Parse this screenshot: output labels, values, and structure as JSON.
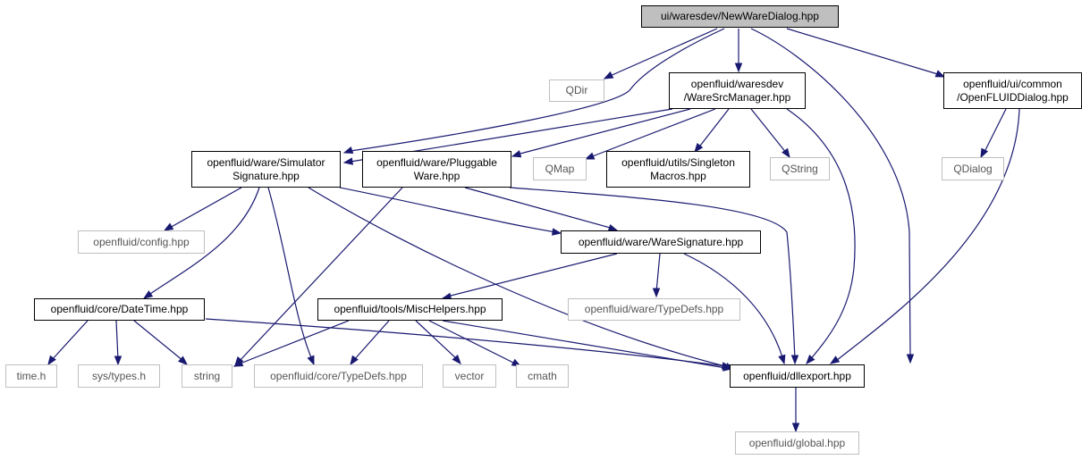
{
  "colors": {
    "edge": "#191970",
    "root_fill": "#bfbfbf",
    "node_border": "#000000",
    "external_border": "#bfbfbf"
  },
  "nodes": {
    "root": {
      "lines": [
        "ui/waresdev/NewWareDialog.hpp"
      ]
    },
    "qdir": {
      "lines": [
        "QDir"
      ]
    },
    "wsm": {
      "lines": [
        "openfluid/waresdev",
        "/WareSrcManager.hpp"
      ]
    },
    "ofd": {
      "lines": [
        "openfluid/ui/common",
        "/OpenFLUIDDialog.hpp"
      ]
    },
    "simsig": {
      "lines": [
        "openfluid/ware/Simulator",
        "Signature.hpp"
      ]
    },
    "plug": {
      "lines": [
        "openfluid/ware/Pluggable",
        "Ware.hpp"
      ]
    },
    "qmap": {
      "lines": [
        "QMap"
      ]
    },
    "singleton": {
      "lines": [
        "openfluid/utils/Singleton",
        "Macros.hpp"
      ]
    },
    "qstring": {
      "lines": [
        "QString"
      ]
    },
    "qdialog": {
      "lines": [
        "QDialog"
      ]
    },
    "config": {
      "lines": [
        "openfluid/config.hpp"
      ]
    },
    "waresig": {
      "lines": [
        "openfluid/ware/WareSignature.hpp"
      ]
    },
    "datetime": {
      "lines": [
        "openfluid/core/DateTime.hpp"
      ]
    },
    "misc": {
      "lines": [
        "openfluid/tools/MiscHelpers.hpp"
      ]
    },
    "waretypedefs": {
      "lines": [
        "openfluid/ware/TypeDefs.hpp"
      ]
    },
    "timeh": {
      "lines": [
        "time.h"
      ]
    },
    "systypes": {
      "lines": [
        "sys/types.h"
      ]
    },
    "string": {
      "lines": [
        "string"
      ]
    },
    "coretypedefs": {
      "lines": [
        "openfluid/core/TypeDefs.hpp"
      ]
    },
    "vector": {
      "lines": [
        "vector"
      ]
    },
    "cmath": {
      "lines": [
        "cmath"
      ]
    },
    "dllexport": {
      "lines": [
        "openfluid/dllexport.hpp"
      ]
    },
    "global": {
      "lines": [
        "openfluid/global.hpp"
      ]
    }
  }
}
